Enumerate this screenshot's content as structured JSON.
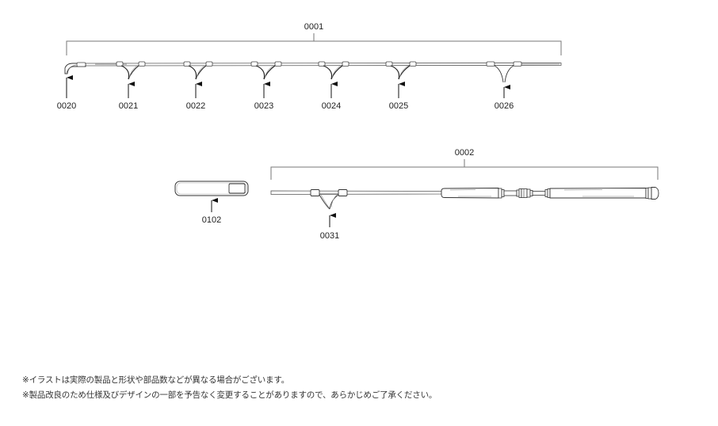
{
  "diagram": {
    "assemblies": [
      {
        "id": "tip-section",
        "label": "0001"
      },
      {
        "id": "butt-section",
        "label": "0002"
      }
    ],
    "parts": [
      {
        "id": "tip-top-guide",
        "label": "0020"
      },
      {
        "id": "guide-1",
        "label": "0021"
      },
      {
        "id": "guide-2",
        "label": "0022"
      },
      {
        "id": "guide-3",
        "label": "0023"
      },
      {
        "id": "guide-4",
        "label": "0024"
      },
      {
        "id": "guide-5",
        "label": "0025"
      },
      {
        "id": "guide-6",
        "label": "0026"
      },
      {
        "id": "butt-guide",
        "label": "0031"
      },
      {
        "id": "rod-case",
        "label": "0102"
      }
    ]
  },
  "notes": [
    "※イラストは実際の製品と形状や部品数などが異なる場合がございます。",
    "※製品改良のため仕様及びデザインの一部を予告なく変更することがありますので、あらかじめご了承ください。"
  ]
}
